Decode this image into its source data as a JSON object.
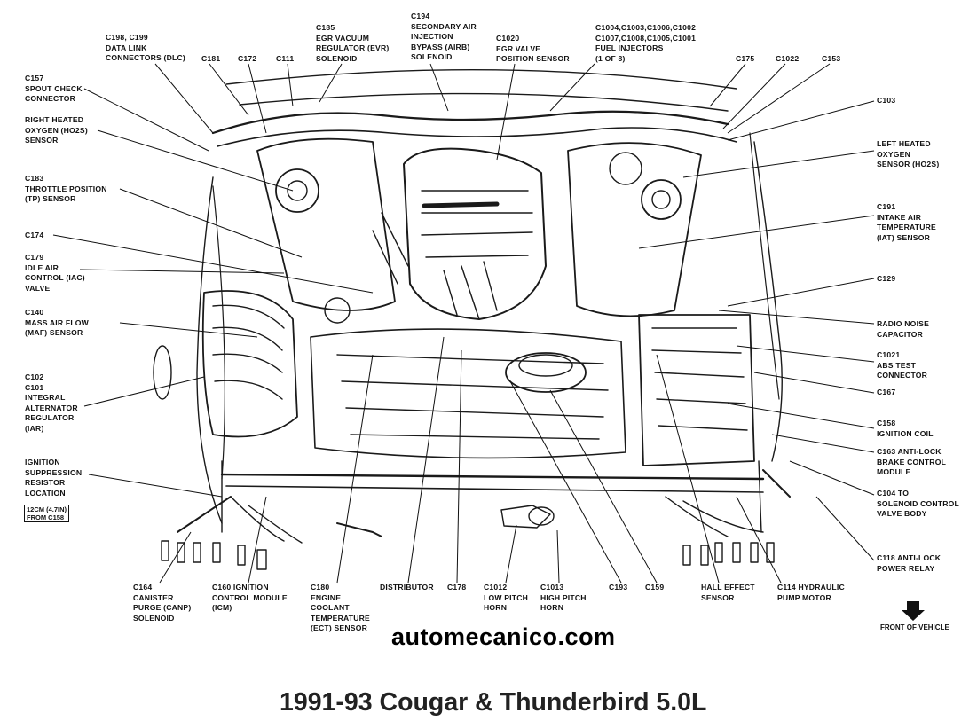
{
  "diagram": {
    "title": "1991-93 Cougar & Thunderbird 5.0L",
    "watermark": "automecanico.com",
    "front_of_vehicle": "FRONT OF VEHICLE",
    "location_note": [
      "12CM (4.7IN)",
      "FROM C158"
    ],
    "labels": {
      "c198": [
        "C198, C199",
        "DATA LINK",
        "CONNECTORS (DLC)"
      ],
      "c181": [
        "C181"
      ],
      "c172": [
        "C172"
      ],
      "c111": [
        "C111"
      ],
      "c185": [
        "C185",
        "EGR VACUUM",
        "REGULATOR (EVR)",
        "SOLENOID"
      ],
      "c194": [
        "C194",
        "SECONDARY AIR",
        "INJECTION",
        "BYPASS (AIRB)",
        "SOLENOID"
      ],
      "c1020": [
        "C1020",
        "EGR VALVE",
        "POSITION SENSOR"
      ],
      "c1004": [
        "C1004,C1003,C1006,C1002",
        "C1007,C1008,C1005,C1001",
        "FUEL INJECTORS",
        "(1 OF 8)"
      ],
      "c175": [
        "C175"
      ],
      "c1022": [
        "C1022"
      ],
      "c153": [
        "C153"
      ],
      "c157": [
        "C157",
        "SPOUT CHECK",
        "CONNECTOR"
      ],
      "right_ho2s": [
        "RIGHT HEATED",
        "OXYGEN (HO2S)",
        "SENSOR"
      ],
      "c103": [
        "C103"
      ],
      "left_ho2s": [
        "LEFT HEATED",
        "OXYGEN",
        "SENSOR (HO2S)"
      ],
      "c183": [
        "C183",
        "THROTTLE POSITION",
        "(TP) SENSOR"
      ],
      "c191": [
        "C191",
        "INTAKE AIR",
        "TEMPERATURE",
        "(IAT) SENSOR"
      ],
      "c174": [
        "C174"
      ],
      "c179": [
        "C179",
        "IDLE AIR",
        "CONTROL (IAC)",
        "VALVE"
      ],
      "c129": [
        "C129"
      ],
      "c140": [
        "C140",
        "MASS AIR FLOW",
        "(MAF) SENSOR"
      ],
      "radio_noise": [
        "RADIO NOISE",
        "CAPACITOR"
      ],
      "c1021": [
        "C1021",
        "ABS TEST",
        "CONNECTOR"
      ],
      "c102": [
        "C102",
        "C101",
        "INTEGRAL",
        "ALTERNATOR",
        "REGULATOR",
        "(IAR)"
      ],
      "c167": [
        "C167"
      ],
      "c158": [
        "C158",
        "IGNITION COIL"
      ],
      "ignition_supp": [
        "IGNITION",
        "SUPPRESSION",
        "RESISTOR",
        "LOCATION"
      ],
      "c163": [
        "C163 ANTI-LOCK",
        "BRAKE CONTROL",
        "MODULE"
      ],
      "c104": [
        "C104 TO",
        "SOLENOID CONTROL",
        "VALVE BODY"
      ],
      "c118": [
        "C118 ANTI-LOCK",
        "POWER RELAY"
      ],
      "c164": [
        "C164",
        "CANISTER",
        "PURGE (CANP)",
        "SOLENOID"
      ],
      "c160": [
        "C160 IGNITION",
        "CONTROL MODULE",
        "(ICM)"
      ],
      "c180": [
        "C180",
        "ENGINE",
        "COOLANT",
        "TEMPERATURE",
        "(ECT) SENSOR"
      ],
      "distributor": [
        "DISTRIBUTOR"
      ],
      "c178": [
        "C178"
      ],
      "c1012": [
        "C1012",
        "LOW PITCH",
        "HORN"
      ],
      "c1013": [
        "C1013",
        "HIGH PITCH",
        "HORN"
      ],
      "c193": [
        "C193"
      ],
      "c159": [
        "C159"
      ],
      "hall_effect": [
        "HALL EFFECT",
        "SENSOR"
      ],
      "c114": [
        "C114 HYDRAULIC",
        "PUMP MOTOR"
      ]
    }
  }
}
